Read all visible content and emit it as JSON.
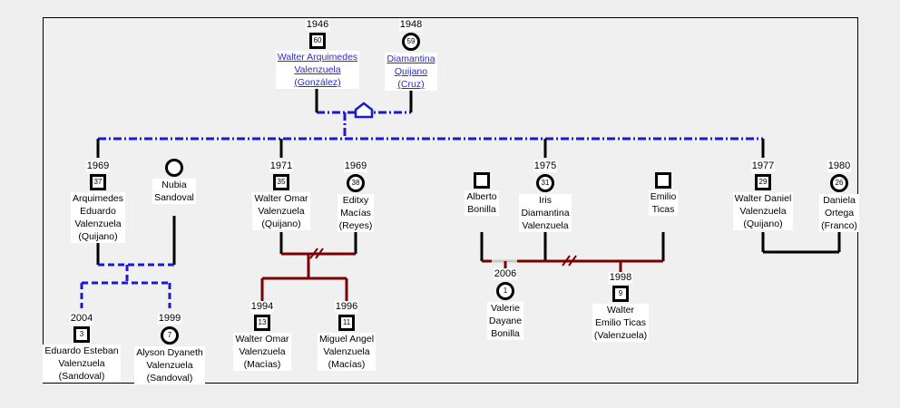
{
  "people": {
    "walter_arquimedes": {
      "year": "1946",
      "age": "60",
      "sex": "male",
      "link": true,
      "name": [
        "Walter Arquimedes",
        "Valenzuela",
        "(González)"
      ]
    },
    "diamantina": {
      "year": "1948",
      "age": "59",
      "sex": "female",
      "link": true,
      "name": [
        "Diamantina",
        "Quijano",
        "(Cruz)"
      ]
    },
    "arquimedes": {
      "year": "1969",
      "age": "37",
      "sex": "male",
      "name": [
        "Arquimedes",
        "Eduardo",
        "Valenzuela",
        "(Quijano)"
      ]
    },
    "nubia": {
      "year": "",
      "age": "",
      "sex": "female",
      "name": [
        "Nubia",
        "Sandoval"
      ]
    },
    "walter_omar_1971": {
      "year": "1971",
      "age": "35",
      "sex": "male",
      "name": [
        "Walter Omar",
        "Valenzuela",
        "(Quijano)"
      ]
    },
    "editxy": {
      "year": "1969",
      "age": "38",
      "sex": "female",
      "name": [
        "Editxy",
        "Macías",
        "(Reyes)"
      ]
    },
    "alberto": {
      "year": "",
      "age": "",
      "sex": "male",
      "name": [
        "Alberto",
        "Bonilla"
      ]
    },
    "iris": {
      "year": "1975",
      "age": "31",
      "sex": "female",
      "name": [
        "Iris",
        "Diamantina",
        "Valenzuela"
      ]
    },
    "emilio": {
      "year": "",
      "age": "",
      "sex": "male",
      "name": [
        "Emilio",
        "Ticas"
      ]
    },
    "walter_daniel": {
      "year": "1977",
      "age": "29",
      "sex": "male",
      "name": [
        "Walter Daniel",
        "Valenzuela",
        "(Quijano)"
      ]
    },
    "daniela": {
      "year": "1980",
      "age": "26",
      "sex": "female",
      "name": [
        "Daniela",
        "Ortega",
        "(Franco)"
      ]
    },
    "eduardo_esteban": {
      "year": "2004",
      "age": "3",
      "sex": "male",
      "name": [
        "Eduardo Esteban",
        "Valenzuela",
        "(Sandoval)"
      ]
    },
    "alyson": {
      "year": "1999",
      "age": "7",
      "sex": "female",
      "name": [
        "Alyson  Dyaneth",
        "Valenzuela",
        "(Sandoval)"
      ]
    },
    "walter_omar_1994": {
      "year": "1994",
      "age": "13",
      "sex": "male",
      "name": [
        "Walter Omar",
        "Valenzuela",
        "(Macías)"
      ]
    },
    "miguel": {
      "year": "1996",
      "age": "11",
      "sex": "male",
      "name": [
        "Miguel Angel",
        "Valenzuela",
        "(Macías)"
      ]
    },
    "valerie": {
      "year": "2006",
      "age": "1",
      "sex": "female",
      "name": [
        "Valerie",
        "Dayane",
        "Bonilla"
      ]
    },
    "walter_emilio": {
      "year": "1998",
      "age": "9",
      "sex": "male",
      "name": [
        "Walter",
        "Emilio Ticas",
        "(Valenzuela)"
      ]
    }
  },
  "colors": {
    "background": "#eeeeee",
    "married_line": "#1a1ad0",
    "divorced_line": "#7a0000",
    "plain_line": "#000000",
    "separated_segment": "#c8c8c8",
    "link_text": "#2b2bd0"
  }
}
